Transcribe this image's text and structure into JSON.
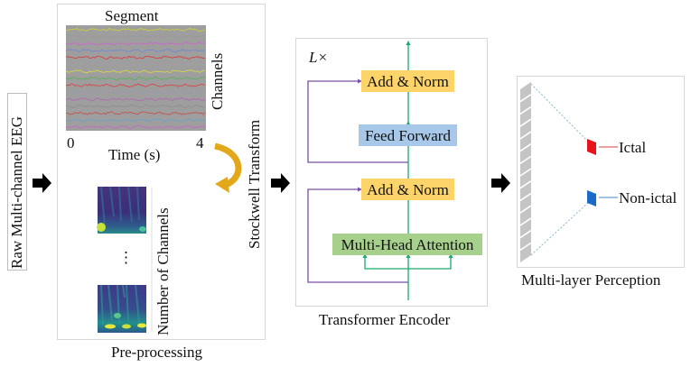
{
  "input": {
    "label": "Raw Multi-channel EEG"
  },
  "preprocessing": {
    "title": "Pre-processing",
    "segment_label": "Segment",
    "channels_label": "Channels",
    "time_axis_label": "Time (s)",
    "time_start": "0",
    "time_end": "4",
    "transform_label": "Stockwell Transform",
    "ellipsis": "⋮",
    "num_channels_label": "Number of Channels",
    "eeg_trace_colors": [
      "#c8c84a",
      "#9a9a9a",
      "#c86cc8",
      "#7a8ac8",
      "#d04a4a",
      "#a0a0a0",
      "#d0d050",
      "#60b060",
      "#d05050",
      "#9a9ab0",
      "#b070b0",
      "#909090",
      "#c05a5a",
      "#70a0c0",
      "#c070c0"
    ]
  },
  "transformer": {
    "title": "Transformer Encoder",
    "repeat_label": "L×",
    "blocks": {
      "add_norm_top": "Add & Norm",
      "feed_forward": "Feed Forward",
      "add_norm_bottom": "Add & Norm",
      "multi_head_attention": "Multi-Head Attention"
    },
    "colors": {
      "add_norm": "#fdd46a",
      "feed_forward": "#a8c8ea",
      "attention": "#a8d08d",
      "residual": "#7a4fa6",
      "flow": "#1aaa6a"
    }
  },
  "mlp": {
    "title": "Multi-layer Perception",
    "outputs": [
      {
        "label": "Ictal",
        "color": "#e8141c",
        "line_color": "#e06a6a"
      },
      {
        "label": "Non-ictal",
        "color": "#1a6ac8",
        "line_color": "#6aa0d0"
      }
    ]
  },
  "arrows": {
    "icon": "right-arrow",
    "transform_arrow_color": "#e3a81a"
  }
}
